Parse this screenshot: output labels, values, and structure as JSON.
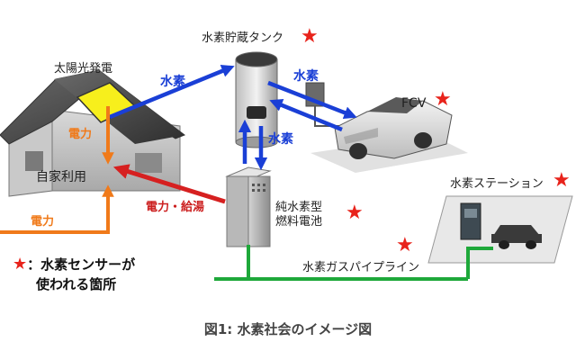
{
  "labels": {
    "solar": "太陽光発電",
    "tank": "水素貯蔵タンク",
    "fcv": "FCV",
    "jika": "自家利用",
    "fuelcell_line1": "純水素型",
    "fuelcell_line2": "燃料電池",
    "station": "水素ステーション",
    "pipeline": "水素ガスパイプライン",
    "h2_a": "水素",
    "h2_b": "水素",
    "h2_c": "水素",
    "power_a": "電力",
    "power_b": "電力",
    "power_heat": "電力・給湯"
  },
  "legend": {
    "star": "★",
    "line1": "：水素センサーが",
    "line2": "使われる箇所"
  },
  "caption": "図1: 水素社会のイメージ図",
  "colors": {
    "hydrogen": "#1a3fd6",
    "power": "#f07a1a",
    "power_heat": "#d62020",
    "pipeline": "#1ea83a",
    "star": "#e8231b"
  }
}
